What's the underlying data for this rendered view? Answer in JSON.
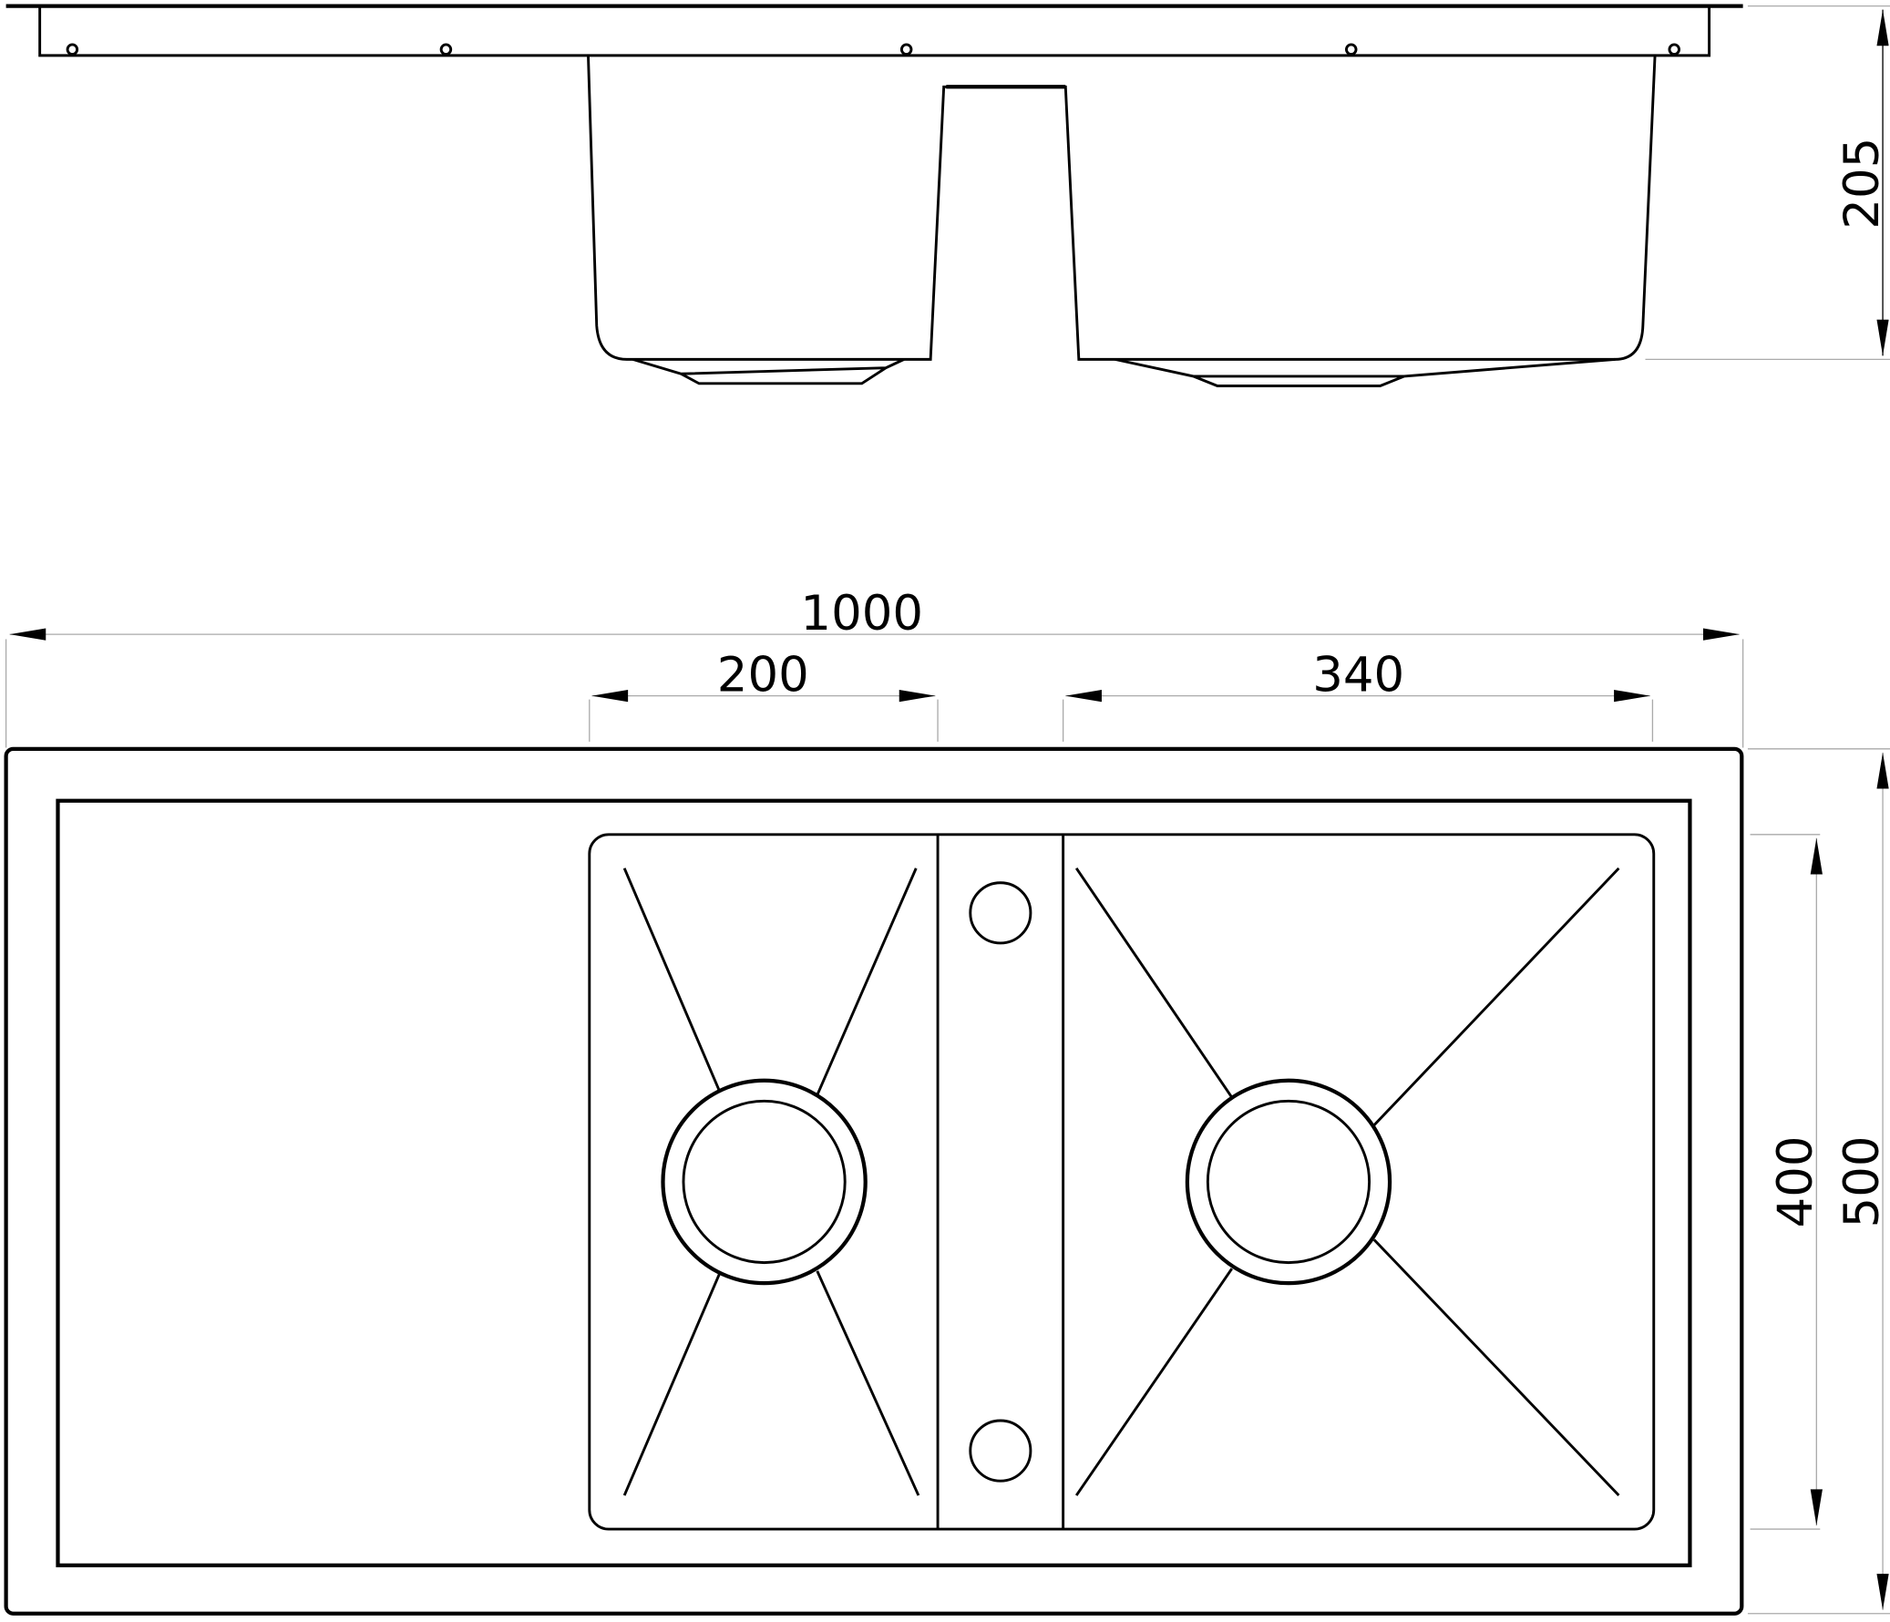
{
  "drawing": {
    "title": "Double bowl sink with drainer - technical drawing",
    "dimensions": {
      "overall_width": "1000",
      "left_bowl_width": "200",
      "right_bowl_width": "340",
      "depth": "205",
      "bowl_length": "400",
      "overall_length": "500"
    },
    "line_color": "#000000",
    "dimension_line_color": "#aaaaaa"
  }
}
